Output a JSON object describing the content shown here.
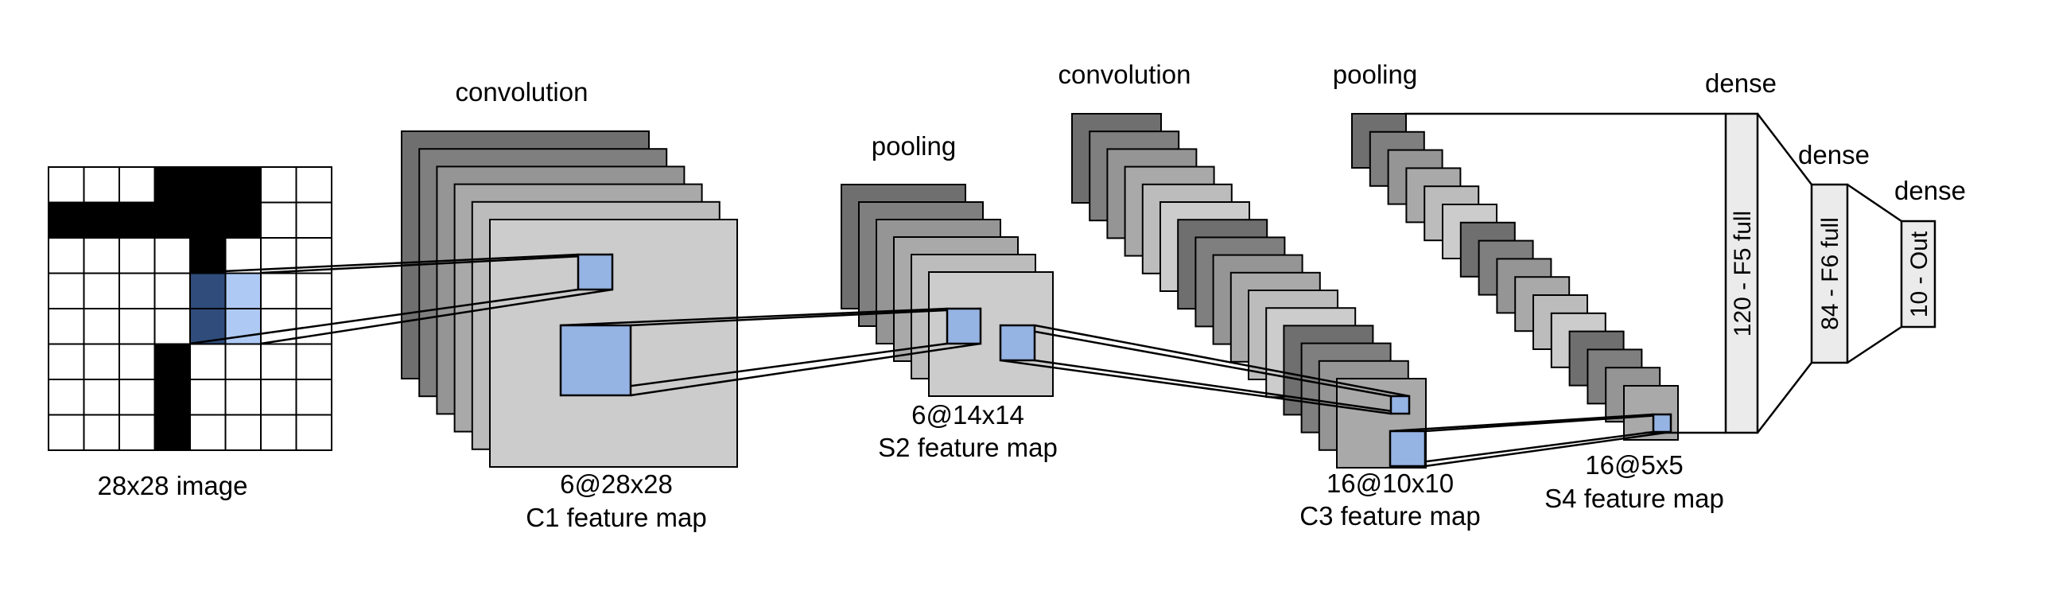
{
  "input": {
    "caption": "28x28 image",
    "black_cells": [
      [
        0,
        3
      ],
      [
        0,
        4
      ],
      [
        0,
        5
      ],
      [
        1,
        0
      ],
      [
        1,
        1
      ],
      [
        1,
        2
      ],
      [
        1,
        3
      ],
      [
        1,
        4
      ],
      [
        1,
        5
      ],
      [
        2,
        4
      ],
      [
        5,
        3
      ],
      [
        6,
        3
      ],
      [
        7,
        3
      ]
    ],
    "highlight_cells": [
      {
        "row": 3,
        "col": 4,
        "color": "#2f4c7b"
      },
      {
        "row": 4,
        "col": 4,
        "color": "#2f4c7b"
      },
      {
        "row": 3,
        "col": 5,
        "color": "#aecaf4"
      },
      {
        "row": 4,
        "col": 5,
        "color": "#aecaf4"
      }
    ]
  },
  "c1": {
    "op_label": "convolution",
    "size": "6@28x28",
    "name": "C1 feature map"
  },
  "s2": {
    "op_label": "pooling",
    "size": "6@14x14",
    "name": "S2 feature map"
  },
  "c3": {
    "op_label": "convolution",
    "size": "16@10x10",
    "name": "C3 feature map"
  },
  "s4": {
    "op_label": "pooling",
    "size": "16@5x5",
    "name": "S4 feature map"
  },
  "f5": {
    "op_label": "dense",
    "name": "120 - F5 full"
  },
  "f6": {
    "op_label": "dense",
    "name": "84 - F6 full"
  },
  "out": {
    "op_label": "dense",
    "name": "10 - Out"
  },
  "colors": {
    "map_fills": [
      "#6f6f6f",
      "#7f7f7f",
      "#959595",
      "#a9a9a9",
      "#bcbcbc",
      "#cccccc"
    ],
    "kernel": "#95b3e3",
    "dense_fill": "#ebebeb"
  }
}
